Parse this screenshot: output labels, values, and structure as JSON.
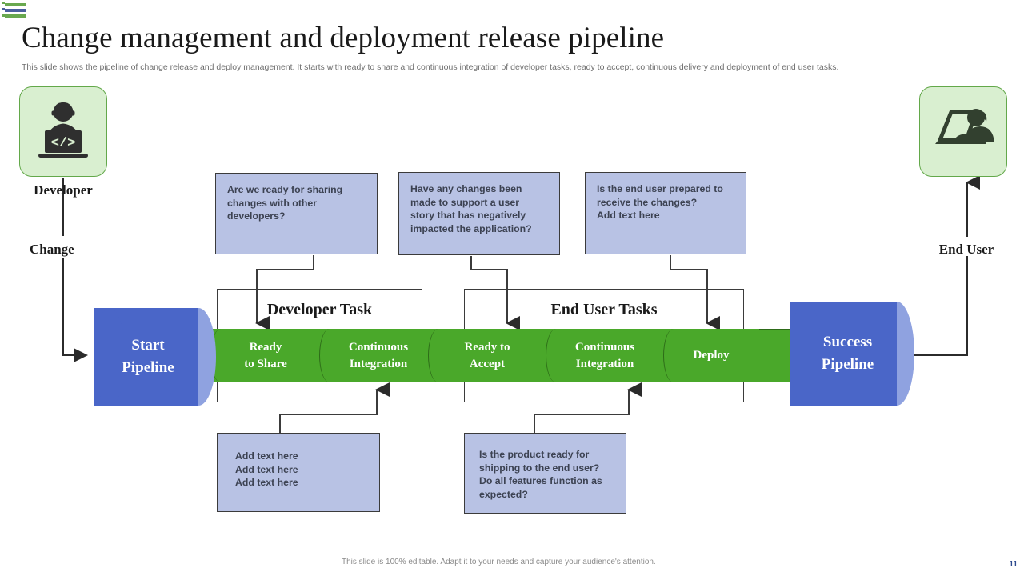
{
  "slide": {
    "title": "Change management and deployment release pipeline",
    "subtitle": "This slide shows the pipeline of change release and deploy management.  It starts with ready to share and continuous integration of developer tasks, ready to accept, continuous delivery and deployment of end user tasks.",
    "footer_note": "This slide is 100% editable.  Adapt it to your needs and capture your audience's attention.",
    "page_number": "11"
  },
  "colors": {
    "green_stage": "#4aa82a",
    "blue_cylinder": "#4a66c8",
    "blue_cylinder_face": "#8fa2e0",
    "note_box": "#b8c2e4",
    "persona_box": "#d9efd0",
    "persona_border": "#63a84a",
    "line": "#3b3b3b"
  },
  "personas": {
    "developer": {
      "label": "Developer",
      "icon": "developer-code-icon"
    },
    "end_user": {
      "label": "End User",
      "icon": "end-user-laptop-icon"
    }
  },
  "flow": {
    "change_label": "Change"
  },
  "pipeline": {
    "start": {
      "line1": "Start",
      "line2": "Pipeline"
    },
    "success": {
      "line1": "Success",
      "line2": "Pipeline"
    },
    "stages": [
      {
        "line1": "Ready",
        "line2": "to Share"
      },
      {
        "line1": "Continuous",
        "line2": "Integration"
      },
      {
        "line1": "Ready to",
        "line2": "Accept"
      },
      {
        "line1": "Continuous",
        "line2": "Integration"
      },
      {
        "line1": "Deploy",
        "line2": ""
      }
    ]
  },
  "task_frames": {
    "developer": "Developer Task",
    "end_user": "End User Tasks"
  },
  "question_boxes": [
    {
      "id": "q1",
      "lines": [
        "Are we ready for sharing",
        "changes with other",
        "developers?"
      ]
    },
    {
      "id": "q2",
      "lines": [
        "Have any changes been",
        "made to support  a user",
        "story  that has  negatively",
        "impacted the application?"
      ]
    },
    {
      "id": "q3",
      "lines": [
        "Is the end user prepared to",
        "receive the changes?",
        "Add  text here"
      ]
    }
  ],
  "note_boxes": [
    {
      "id": "n1",
      "lines": [
        "Add  text here",
        "Add  text here",
        "Add  text here"
      ]
    },
    {
      "id": "n2",
      "lines": [
        "Is  the product  ready for",
        "shipping to the end user?",
        "Do all features function  as",
        "expected?"
      ]
    }
  ]
}
